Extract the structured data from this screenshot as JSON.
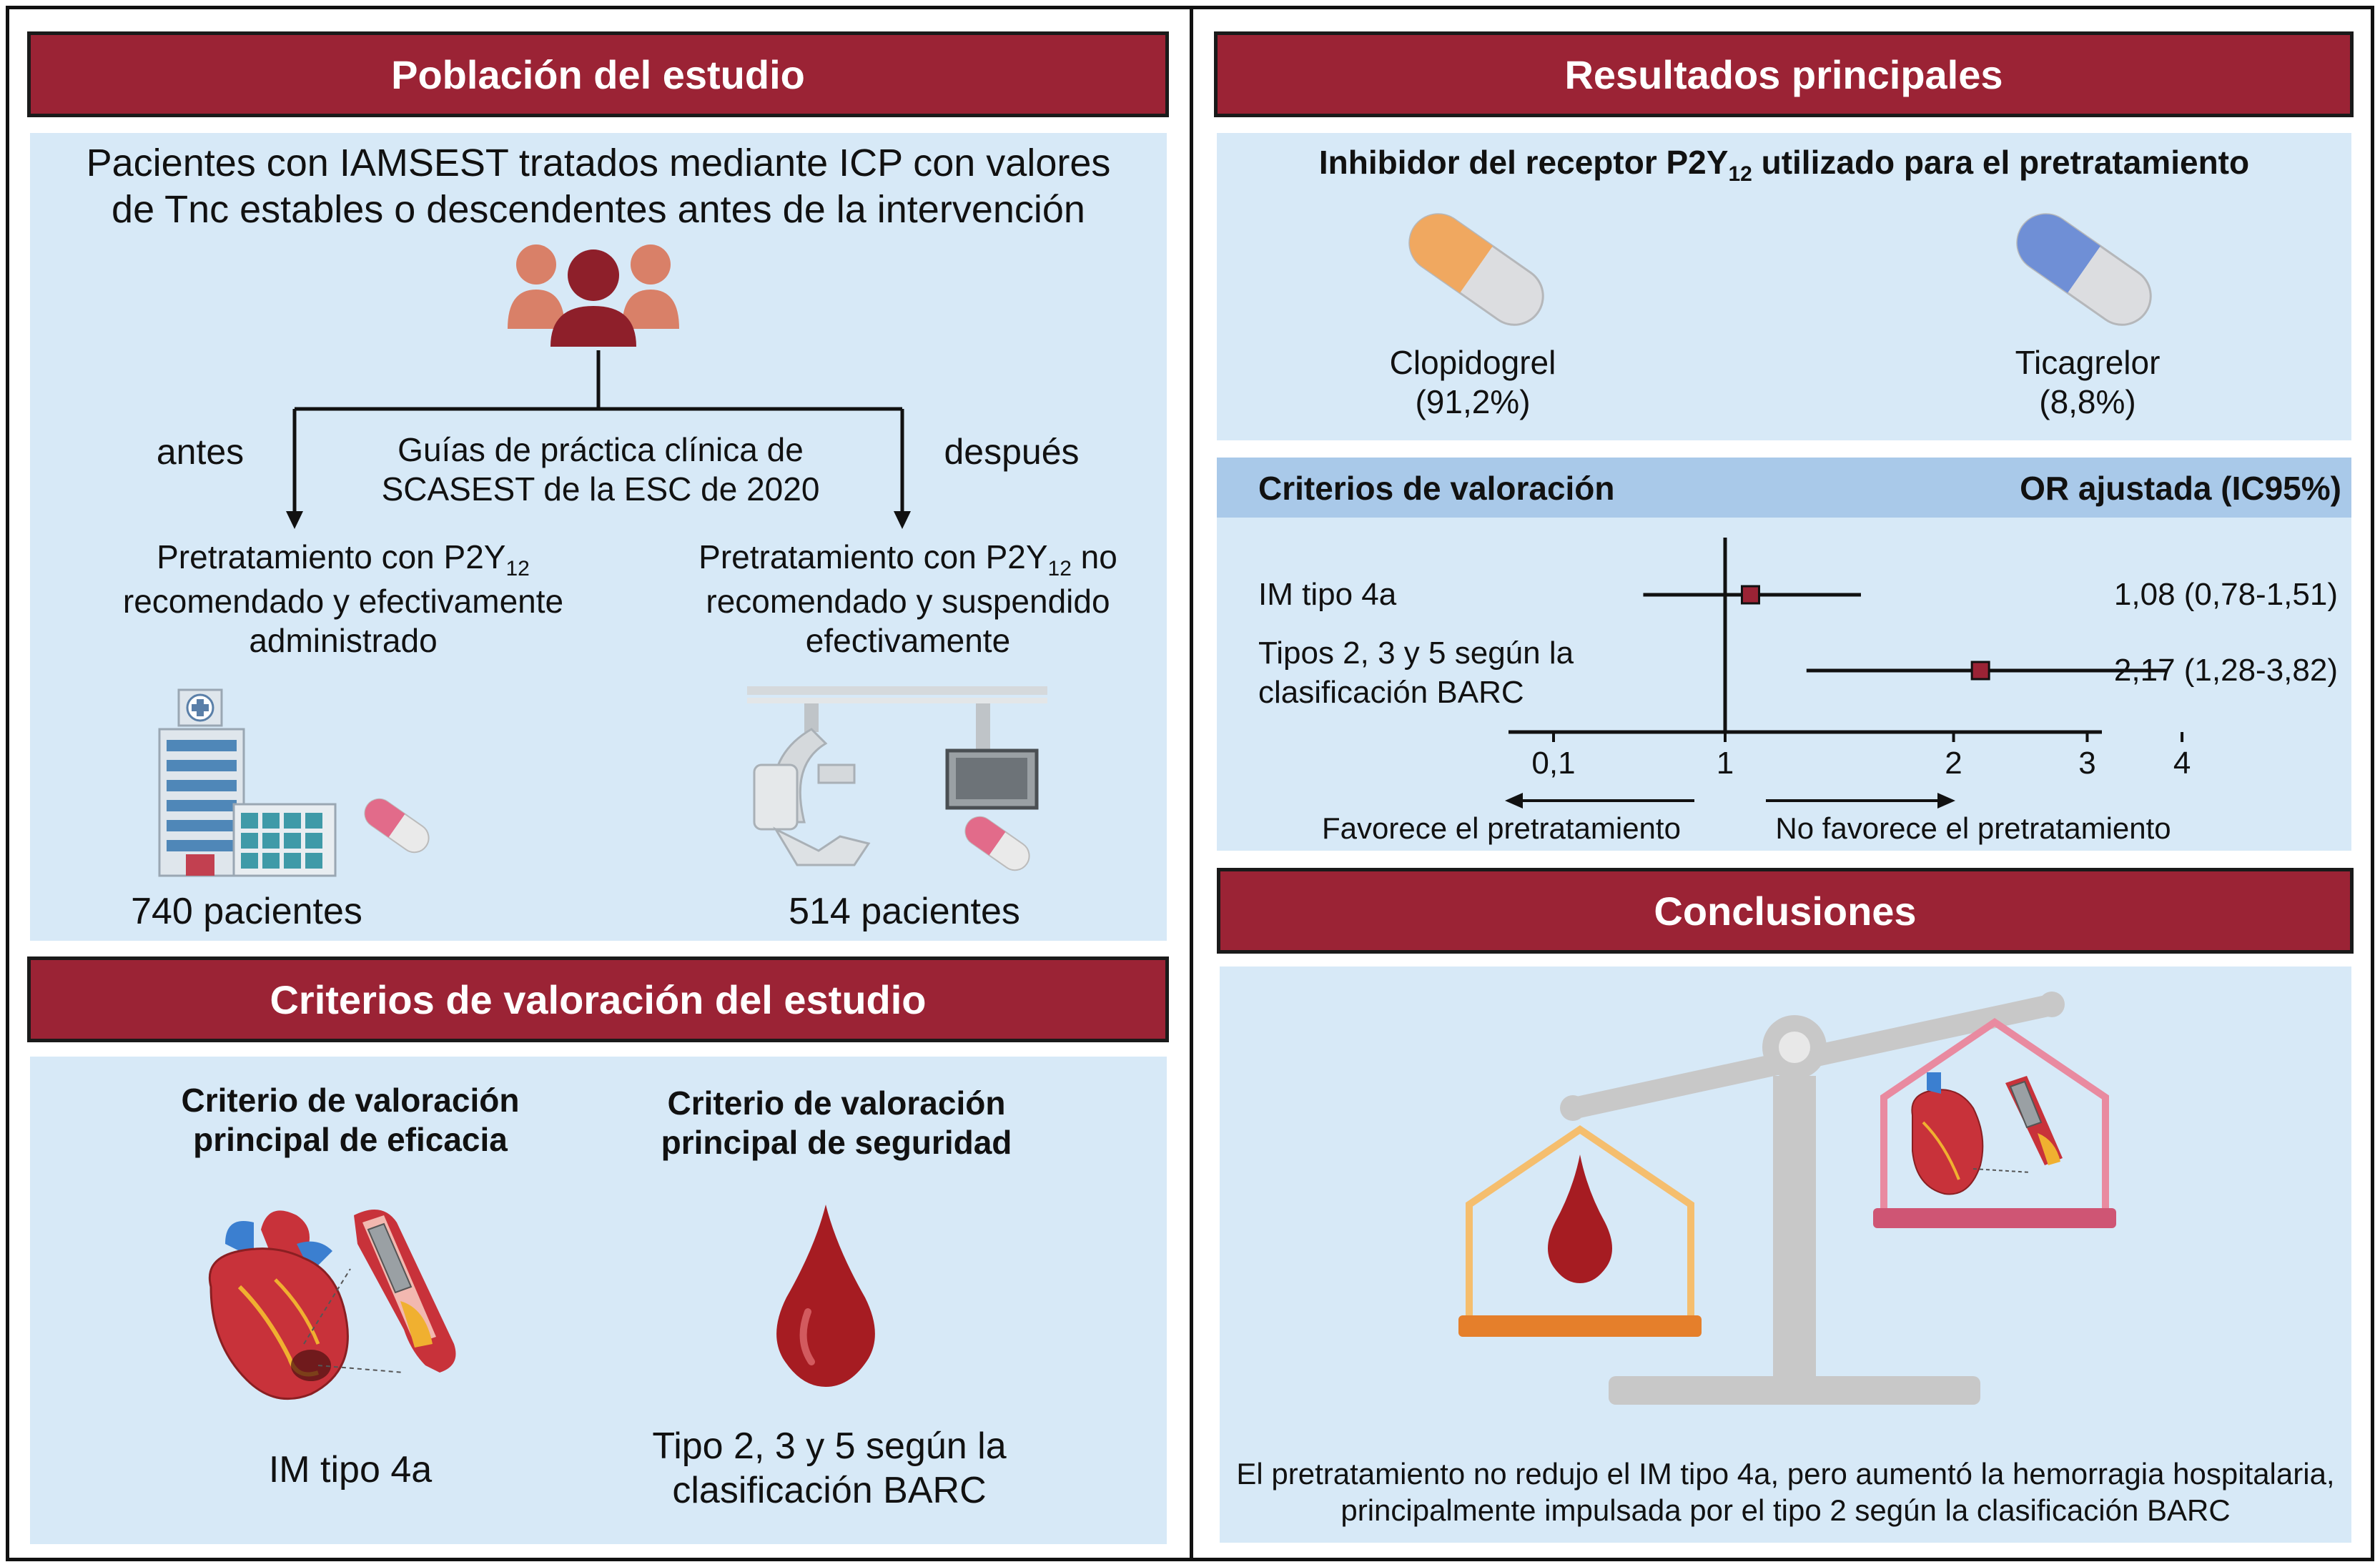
{
  "study_population": {
    "title": "Población del estudio",
    "description_line1": "Pacientes con IAMSEST tratados mediante ICP con valores",
    "description_line2": "de Tnc estables o descendentes antes de la intervención",
    "guidelines_line1": "Guías de práctica clínica de",
    "guidelines_line2": "SCASEST de la ESC de 2020",
    "before_label": "antes",
    "after_label": "después",
    "left_arm": {
      "line1": "Pretratamiento con P2Y",
      "sub": "12",
      "line2": "recomendado y efectivamente",
      "line3": "administrado",
      "count": "740 pacientes"
    },
    "right_arm": {
      "line1": "Pretratamiento con P2Y",
      "sub": "12",
      "line1_end": " no",
      "line2": "recomendado y suspendido",
      "line3": "efectivamente",
      "count": "514 pacientes"
    }
  },
  "study_endpoints": {
    "title": "Criterios de valoración del estudio",
    "efficacy_title_line1": "Criterio de valoración",
    "efficacy_title_line2": "principal de eficacia",
    "efficacy_value": "IM tipo 4a",
    "safety_title_line1": "Criterio de valoración",
    "safety_title_line2": "principal de seguridad",
    "safety_value_line1": "Tipo 2, 3 y 5 según la",
    "safety_value_line2": "clasificación BARC"
  },
  "main_results": {
    "title": "Resultados principales",
    "inhibitor_title_pre": "Inhibidor del receptor P2Y",
    "inhibitor_title_sub": "12",
    "inhibitor_title_post": " utilizado para el pretratamiento",
    "drugs": [
      {
        "name": "Clopidogrel",
        "share": "(91,2%)",
        "color": "#f0a860"
      },
      {
        "name": "Ticagrelor",
        "share": "(8,8%)",
        "color": "#6f8fd6"
      }
    ],
    "forest_header_left": "Criterios de valoración",
    "forest_header_right": "OR ajustada (IC95%)",
    "forest_rows": [
      {
        "label_line1": "IM tipo 4a",
        "label_line2": "",
        "or": 1.08,
        "lo": 0.78,
        "hi": 1.51,
        "text": "1,08 (0,78-1,51)"
      },
      {
        "label_line1": "Tipos 2, 3 y 5 según la",
        "label_line2": "clasificación BARC",
        "or": 2.17,
        "lo": 1.28,
        "hi": 3.82,
        "text": "2,17 (1,28-3,82)"
      }
    ],
    "axis_ticks": [
      {
        "value": 0.1,
        "label": "0,1"
      },
      {
        "value": 1,
        "label": "1"
      },
      {
        "value": 2,
        "label": "2"
      },
      {
        "value": 3,
        "label": "3"
      },
      {
        "value": 4,
        "label": "4"
      }
    ],
    "favors_left": "Favorece el pretratamiento",
    "favors_right": "No favorece el pretratamiento"
  },
  "conclusions": {
    "title": "Conclusiones",
    "text_line1": "El pretratamiento no redujo el IM tipo 4a, pero aumentó la hemorragia hospitalaria,",
    "text_line2": "principalmente impulsada por el tipo 2 según la clasificación BARC"
  },
  "colors": {
    "header_bg": "#9b2335",
    "panel_bg": "#d7e9f7",
    "forest_header_bg": "#a9c9e9",
    "marker": "#9b2335"
  }
}
